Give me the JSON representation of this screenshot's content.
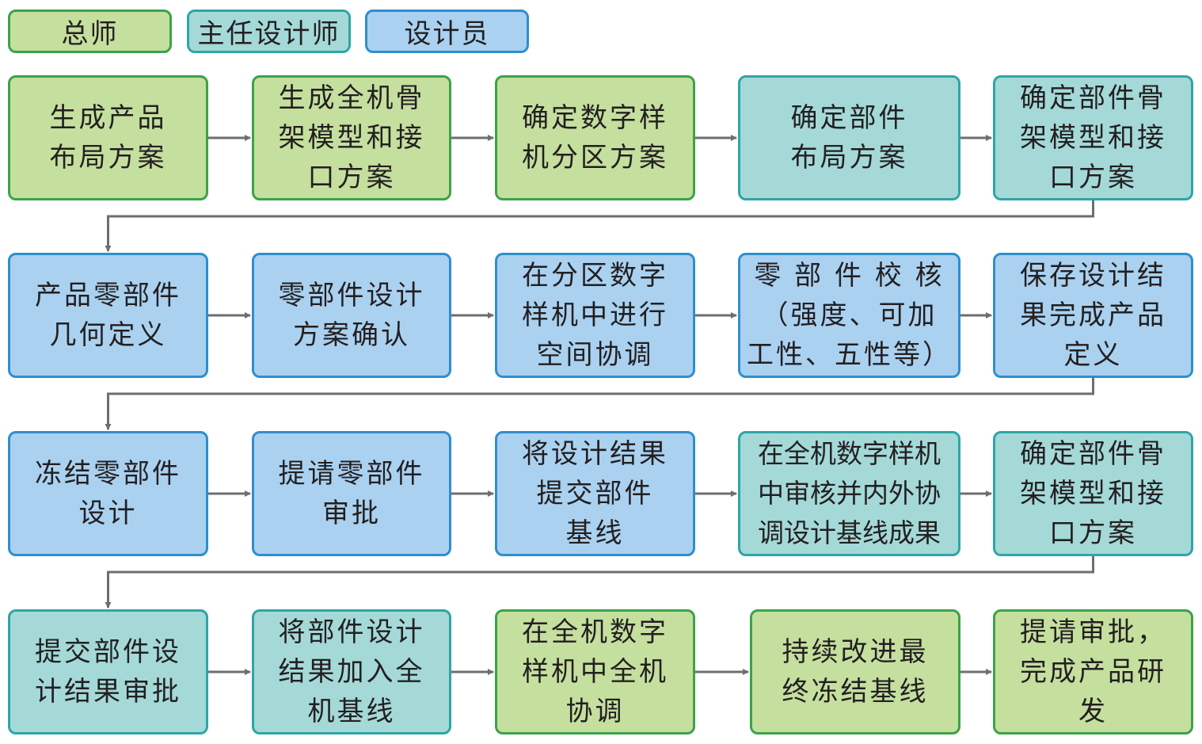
{
  "legend": [
    {
      "label": "总师",
      "role": "green"
    },
    {
      "label": "主任设计师",
      "role": "teal"
    },
    {
      "label": "设计员",
      "role": "blue"
    }
  ],
  "colors": {
    "green_fill": "#c5df9f",
    "green_border": "#3aa34a",
    "teal_fill": "#a4d9d8",
    "teal_border": "#2ea6a6",
    "blue_fill": "#aad1f0",
    "blue_border": "#2f8ecf",
    "arrow": "#6d6e71"
  },
  "rows": [
    [
      {
        "text": "生成产品\n布局方案",
        "role": "green"
      },
      {
        "text": "生成全机骨\n架模型和接\n口方案",
        "role": "green"
      },
      {
        "text": "确定数字样\n机分区方案",
        "role": "green"
      },
      {
        "text": "确定部件\n布局方案",
        "role": "teal"
      },
      {
        "text": "确定部件骨\n架模型和接\n口方案",
        "role": "teal"
      }
    ],
    [
      {
        "text": "产品零部件\n几何定义",
        "role": "blue"
      },
      {
        "text": "零部件设计\n方案确认",
        "role": "blue"
      },
      {
        "text": "在分区数字\n样机中进行\n空间协调",
        "role": "blue"
      },
      {
        "text": "零 部 件 校 核\n（强度、可加\n工性、五性等）",
        "role": "blue"
      },
      {
        "text": "保存设计结\n果完成产品\n定义",
        "role": "blue"
      }
    ],
    [
      {
        "text": "冻结零部件\n设计",
        "role": "blue"
      },
      {
        "text": "提请零部件\n审批",
        "role": "blue"
      },
      {
        "text": "将设计结果\n提交部件\n基线",
        "role": "blue"
      },
      {
        "text": "在全机数字样机\n中审核并内外协\n调设计基线成果",
        "role": "teal"
      },
      {
        "text": "确定部件骨\n架模型和接\n口方案",
        "role": "teal"
      }
    ],
    [
      {
        "text": "提交部件设\n计结果审批",
        "role": "teal"
      },
      {
        "text": "将部件设计\n结果加入全\n机基线",
        "role": "teal"
      },
      {
        "text": "在全机数字\n样机中全机\n协调",
        "role": "green"
      },
      {
        "text": "持续改进最\n终冻结基线",
        "role": "green"
      },
      {
        "text": "提请审批，\n完成产品研\n发",
        "role": "green"
      }
    ]
  ]
}
